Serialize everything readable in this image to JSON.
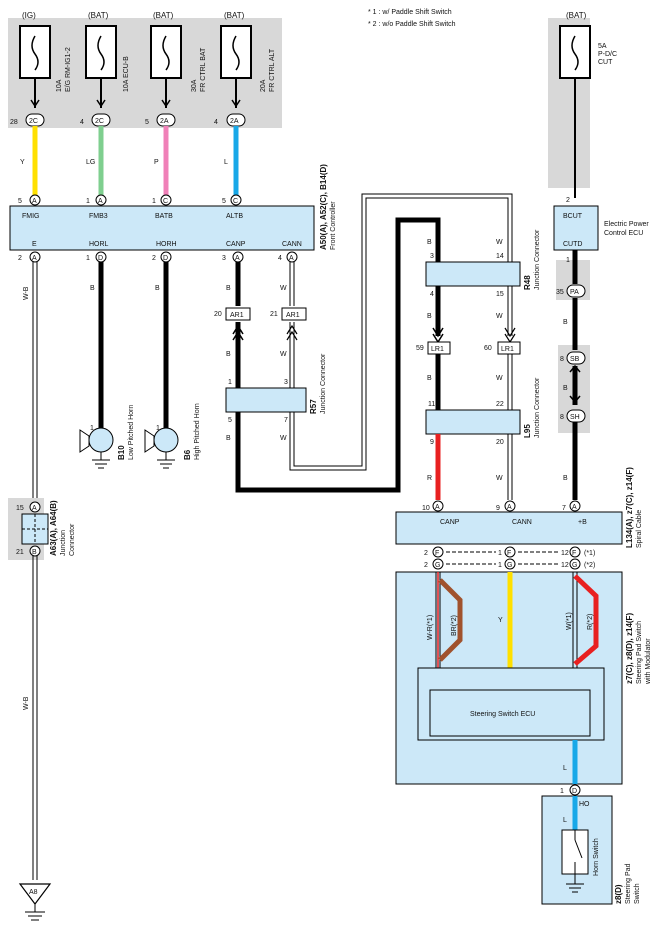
{
  "notes": [
    "* 1 : w/ Paddle Shift Switch",
    "* 2 : w/o Paddle Shift Switch"
  ],
  "fuses": {
    "f1": {
      "source": "(IG)",
      "rating": "10A",
      "name": "E/G RM-IG1-2",
      "pin": "28",
      "conn": "2C"
    },
    "f2": {
      "source": "(BAT)",
      "rating": "10A ECU-B",
      "pin": "4",
      "conn": "2C"
    },
    "f3": {
      "source": "(BAT)",
      "rating": "30A",
      "name": "FR CTRL BAT",
      "pin": "5",
      "conn": "2A"
    },
    "f4": {
      "source": "(BAT)",
      "rating": "20A",
      "name": "FR CTRL ALT",
      "pin": "4",
      "conn": "2A"
    },
    "f5": {
      "source": "(BAT)",
      "rating": "5A",
      "name1": "P-D/C",
      "name2": "CUT"
    }
  },
  "wires": {
    "y": "Y",
    "lg": "LG",
    "p": "P",
    "l": "L",
    "wb": "W-B",
    "b": "B",
    "w": "W",
    "r": "R"
  },
  "front_ctrl": {
    "top_pins": [
      {
        "num": "5",
        "conn": "A",
        "label": "FMIG"
      },
      {
        "num": "1",
        "conn": "A",
        "label": "FMB3"
      },
      {
        "num": "1",
        "conn": "C",
        "label": "BATB"
      },
      {
        "num": "5",
        "conn": "C",
        "label": "ALTB"
      }
    ],
    "bottom_pins": [
      {
        "num": "2",
        "conn": "A",
        "label": "E"
      },
      {
        "num": "1",
        "conn": "D",
        "label": "HORL"
      },
      {
        "num": "2",
        "conn": "D",
        "label": "HORH"
      },
      {
        "num": "3",
        "conn": "A",
        "label": "CANP"
      },
      {
        "num": "4",
        "conn": "A",
        "label": "CANN"
      }
    ],
    "id": "A50(A), A52(C), B14(D)",
    "name": "Front Controller"
  },
  "ar1": {
    "pin_a": "20",
    "pin_b": "21",
    "label": "AR1"
  },
  "r57": {
    "pins": [
      "1",
      "3",
      "5",
      "7"
    ],
    "id": "R57",
    "name": "Junction Connector"
  },
  "r48": {
    "pins": [
      "3",
      "14",
      "4",
      "15"
    ],
    "id": "R48",
    "name": "Junction Connector"
  },
  "lr1": {
    "pin_a": "59",
    "pin_b": "60",
    "label": "LR1"
  },
  "l95": {
    "pins": [
      "11",
      "22",
      "9",
      "20"
    ],
    "id": "L95",
    "name": "Junction Connector"
  },
  "horns": {
    "low": {
      "pin": "1",
      "id": "B10",
      "name": "Low Pitched Horn"
    },
    "high": {
      "pin": "1",
      "id": "B6",
      "name": "High Pitched Horn"
    }
  },
  "a63": {
    "pin_top": "15",
    "conn_top": "A",
    "pin_bot": "21",
    "conn_bot": "B",
    "id": "A63(A), A64(B)",
    "name1": "Junction",
    "name2": "Connector"
  },
  "ground": {
    "label": "A8"
  },
  "ecu_power": {
    "pin_top": "2",
    "label_top": "BCUT",
    "label_bot": "CUTD",
    "pin_bot": "1",
    "name1": "Electric Power",
    "name2": "Control ECU"
  },
  "pa": {
    "pin": "35",
    "conn": "PA"
  },
  "sb": {
    "pin": "8",
    "conn": "SB"
  },
  "sh": {
    "pin": "8",
    "conn": "SH"
  },
  "spiral": {
    "top_pins": [
      {
        "num": "10",
        "conn": "A",
        "label": "CANP"
      },
      {
        "num": "9",
        "conn": "A",
        "label": "CANN"
      },
      {
        "num": "7",
        "conn": "A",
        "label": "+B"
      }
    ],
    "bot_f": [
      "2",
      "F",
      "1",
      "F",
      "12",
      "F",
      "(*1)"
    ],
    "bot_g": [
      "2",
      "G",
      "1",
      "G",
      "12",
      "G",
      "(*2)"
    ],
    "id": "L134(A), z7(C), z14(F)",
    "name": "Spiral Cable"
  },
  "pad_switch": {
    "wire1": "W-R(*1)",
    "wire2": "BR(*2)",
    "wire3": "Y",
    "wire4": "W(*1)",
    "wire5": "R(*2)",
    "ecu": "Steering Switch ECU",
    "id": "z7(C), z8(D), z14(F)",
    "name1": "Steering Pad Switch",
    "name2": "with Modulator",
    "pin": "1",
    "conn": "D"
  },
  "horn_switch": {
    "ho": "HO",
    "name": "Horn Switch",
    "id": "z8(D)",
    "name1": "Steering Pad",
    "name2": "Switch"
  },
  "colors": {
    "yellow": "#ffe000",
    "lightgreen": "#7fcf8f",
    "pink": "#f080b8",
    "blue": "#18a8e8",
    "red": "#e82020",
    "brown": "#a0522d",
    "box": "#cce8f8",
    "shade": "#d8d8d8"
  }
}
